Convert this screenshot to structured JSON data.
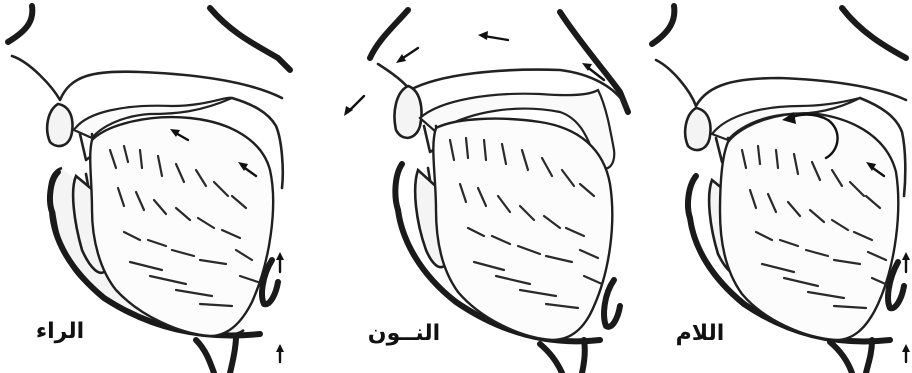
{
  "panels": [
    {
      "id": "ra",
      "label": "الراء"
    },
    {
      "id": "nun",
      "label": "النــون"
    },
    {
      "id": "lam",
      "label": "اللام"
    }
  ]
}
